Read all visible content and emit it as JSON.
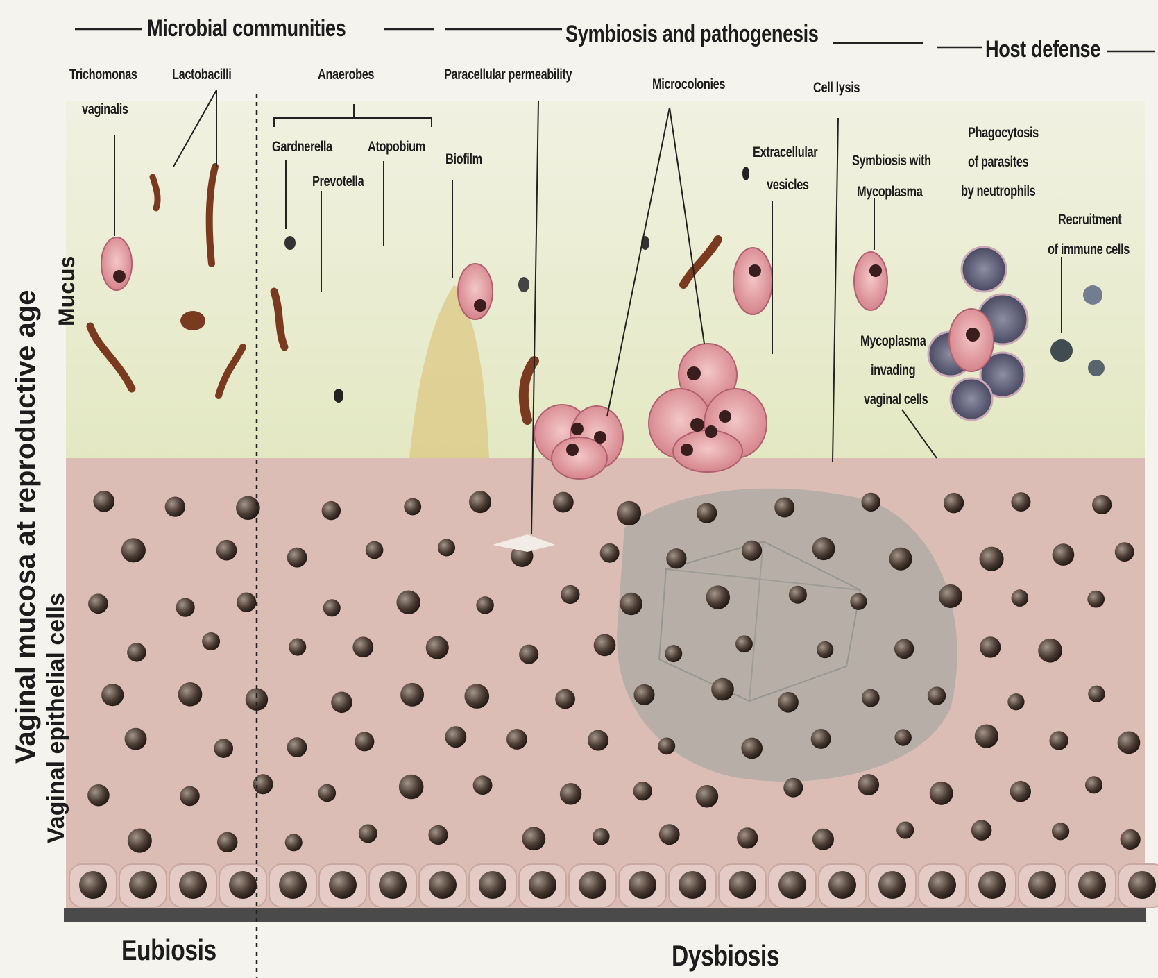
{
  "sections": {
    "microbial": "Microbial communities",
    "symbiosis": "Symbiosis and pathogenesis",
    "host": "Host defense"
  },
  "side_labels": {
    "mucosa": "Vaginal mucosa at reproductive age",
    "epithelial": "Vaginal epithelial cells",
    "mucus": "Mucus"
  },
  "bottom_labels": {
    "eubiosis": "Eubiosis",
    "dysbiosis": "Dysbiosis"
  },
  "annotations": {
    "trichomonas_1": "Trichomonas",
    "trichomonas_2": "vaginalis",
    "lactobacilli": "Lactobacilli",
    "anaerobes": "Anaerobes",
    "gardnerella": "Gardnerella",
    "prevotella": "Prevotella",
    "atopobium": "Atopobium",
    "biofilm": "Biofilm",
    "paracellular": "Paracellular permeability",
    "microcolonies": "Microcolonies",
    "extracellular_1": "Extracellular",
    "extracellular_2": "vesicles",
    "cell_lysis": "Cell lysis",
    "symbiosis_myco_1": "Symbiosis with",
    "symbiosis_myco_2": "Mycoplasma",
    "phagocytosis_1": "Phagocytosis",
    "phagocytosis_2": "of parasites",
    "phagocytosis_3": "by neutrophils",
    "recruitment_1": "Recruitment",
    "recruitment_2": "of immune cells",
    "myco_invading_1": "Mycoplasma",
    "myco_invading_2": "invading",
    "myco_invading_3": "vaginal cells"
  },
  "colors": {
    "mucus": "#e9eccc",
    "epithelium": "#d8b8b0",
    "dysbiotic_cells": "#9a9e98",
    "basement": "#4a4a4a",
    "nucleus": "#3a2f28",
    "protozoa": "#e6a5a8",
    "bacteria": "#7a3a20",
    "neutrophil": "#4a4a6a"
  }
}
